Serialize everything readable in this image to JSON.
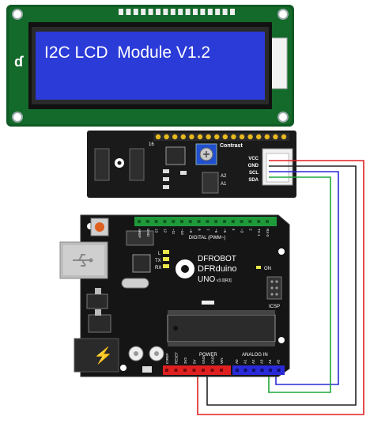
{
  "lcd": {
    "text": "I2C LCD  Module V1.2",
    "pin_label": "16"
  },
  "i2c_module": {
    "contrast_label": "Contrast",
    "pins": [
      "VCC",
      "GND",
      "SCL",
      "SDA"
    ],
    "addr_labels": [
      "A2",
      "A1"
    ]
  },
  "arduino": {
    "brand_line1": "DFROBOT",
    "brand_line2": "DFRduino",
    "model": "UNO",
    "version": "v3.0[R3]",
    "on_label": "ON",
    "icsp_label": "ICSP",
    "digital_label": "DIGITAL (PWM~)",
    "led_labels": [
      "L",
      "TX",
      "RX"
    ],
    "power_label": "POWER",
    "analog_label": "ANALOG IN",
    "power_pins": [
      "IOREF",
      "RESET",
      "3V3",
      "5V",
      "GND",
      "GND",
      "VIN"
    ],
    "analog_pins": [
      "A0",
      "A1",
      "A2",
      "A3",
      "A4",
      "A5"
    ],
    "digital_pins": [
      "AREF",
      "GND",
      "13",
      "12",
      "~11",
      "~10",
      "~9",
      "8",
      "7",
      "~6",
      "~5",
      "4",
      "~3",
      "2",
      "TX 1",
      "RX 0"
    ]
  },
  "wire_colors": {
    "vcc": "#e02020",
    "gnd": "#222222",
    "scl": "#2a2ad8",
    "sda": "#1fa83a"
  }
}
